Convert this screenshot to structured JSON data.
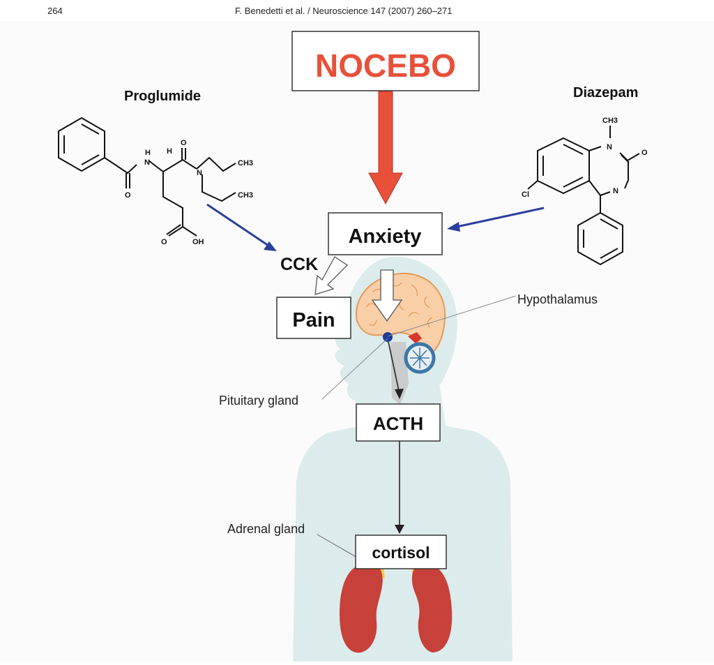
{
  "running_head": {
    "page_number": "264",
    "citation": "F. Benedetti et al. / Neuroscience 147 (2007) 260–271"
  },
  "figure": {
    "boxes": {
      "nocebo": "NOCEBO",
      "anxiety": "Anxiety",
      "pain": "Pain",
      "acth": "ACTH",
      "cortisol": "cortisol"
    },
    "labels": {
      "cck": "CCK",
      "hypothalamus": "Hypothalamus",
      "pituitary_gland": "Pituitary gland",
      "adrenal_gland": "Adrenal gland"
    },
    "drugs": {
      "proglumide": {
        "name": "Proglumide",
        "atoms": {
          "h1": "H",
          "n1": "N",
          "h2": "H",
          "o_top": "O",
          "n2": "N",
          "ch3_a": "CH3",
          "ch3_b": "CH3",
          "o_left": "O",
          "o_acid": "O",
          "oh": "OH"
        }
      },
      "diazepam": {
        "name": "Diazepam",
        "atoms": {
          "ch3": "CH3",
          "n1": "N",
          "o": "O",
          "n2": "N",
          "cl": "Cl"
        }
      }
    },
    "colors": {
      "nocebo_red": "#e8503a",
      "arrow_blue": "#2a3f9c",
      "body_fill": "#dcecec",
      "brain_fill": "#f9cfa8",
      "brain_stroke": "#e69a55",
      "kidney": "#c7403a",
      "adrenal": "#f5cd55",
      "pituitary": "#1e3a9a"
    }
  }
}
